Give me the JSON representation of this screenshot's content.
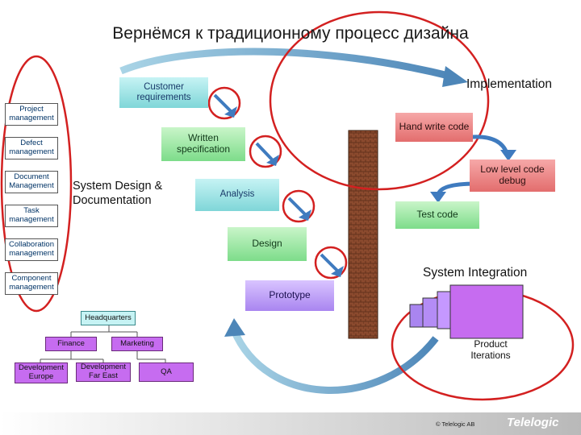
{
  "title": "Вернёмся к традиционному процесс дизайна",
  "left_tools": [
    "Project management",
    "Defect management",
    "Document Management",
    "Task management",
    "Collaboration management",
    "Component management"
  ],
  "system_design": "System Design & Documentation",
  "process": {
    "customer": "Customer requirements",
    "written": "Written specification",
    "analysis": "Analysis",
    "design": "Design",
    "prototype": "Prototype"
  },
  "implementation": {
    "title": "Implementation",
    "hand_write": "Hand write code",
    "low_level": "Low level code debug",
    "test": "Test code"
  },
  "system_integration": "System Integration",
  "product_iterations": "Product Iterations",
  "org": {
    "headquarters": "Headquarters",
    "finance": "Finance",
    "marketing": "Marketing",
    "dev_europe": "Development Europe",
    "dev_fareast": "Development Far East",
    "qa": "QA"
  },
  "footer": {
    "copyright": "© Telelogic AB",
    "logo": "Telelogic"
  },
  "colors": {
    "teal": "#7fd6d8",
    "green": "#7ddc8a",
    "pink": "#e36d6d",
    "purple": "#a985f0",
    "arrow": "#3f7bbf",
    "circle": "#d32020"
  }
}
